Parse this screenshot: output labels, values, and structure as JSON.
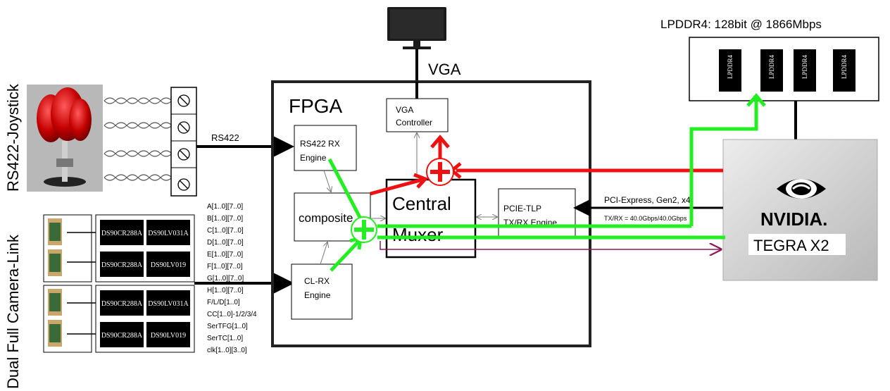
{
  "labels": {
    "fpga": "FPGA",
    "vga": "VGA",
    "rs422_side": "RS422-Joystick",
    "camera_side": "Dual Full Camera-Link",
    "rs422_link": "RS422",
    "lpddr_title": "LPDDR4: 128bit @ 1866Mbps",
    "pcie_link": "PCI-Express, Gen2, x4",
    "pcie_rate": "TX/RX = 40.0Gbps/40.0Gbps",
    "tegra": "TEGRA X2",
    "nvidia": "NVIDIA."
  },
  "blocks": {
    "vga_ctrl": [
      "VGA",
      "Controller"
    ],
    "rs422_rx": [
      "RS422 RX",
      "Engine"
    ],
    "composite": "composite",
    "central_muxer": [
      "Central",
      "Muxer"
    ],
    "pcie_tlp": [
      "PCIE-TLP",
      "TX/RX Engine"
    ],
    "cl_rx": [
      "CL-RX",
      "Engine"
    ]
  },
  "memory_chips": [
    "LPDDR4",
    "LPDDR4",
    "LPDDR4",
    "LPDDR4"
  ],
  "camera_chips": {
    "top": [
      "DS90CR288A",
      "DS90LV031A",
      "DS90CR288A",
      "DS90LV019"
    ],
    "bottom": [
      "DS90CR288A",
      "DS90LV031A",
      "DS90CR288A",
      "DS90LV019"
    ]
  },
  "signals": [
    "A[1..0][7..0]",
    "B[1..0][7..0]",
    "C[1..0][7..0]",
    "D[1..0][7..0]",
    "E[1..0][7..0]",
    "F[1..0][7..0]",
    "G[1..0][7..0]",
    "H[1..0][7..0]",
    "F/L/D[1..0]",
    "CC[1..0]-1/2/3/4",
    "SerTFG[1..0]",
    "SerTC[1..0]",
    "clk[1..0][3..0]"
  ],
  "colors": {
    "green_path": "#22ee22",
    "red_path": "#ee1111",
    "purple_path": "#8b1a5a",
    "line": "#000000"
  }
}
